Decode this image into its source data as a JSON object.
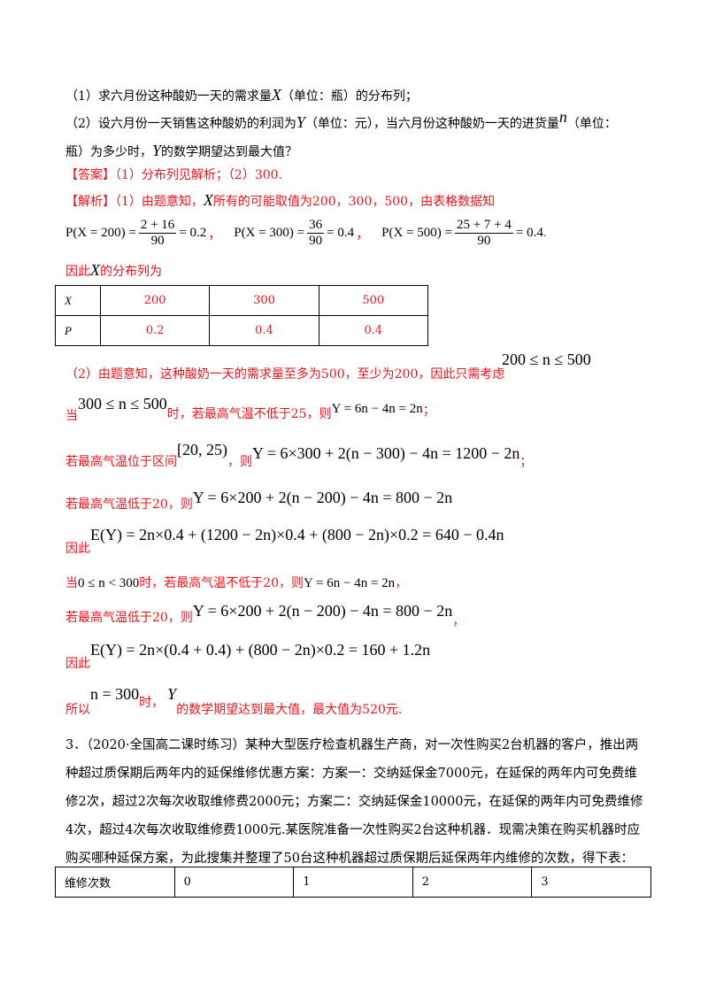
{
  "q1": "（1）求六月份这种酸奶一天的需求量",
  "q1_var": "X",
  "q1_rest": "（单位：瓶）的分布列；",
  "q2_a": "（2）设六月份一天销售这种酸奶的利润为",
  "q2_var_y": "Y",
  "q2_b": "（单位：元），当六月份这种酸奶一天的进货量",
  "q2_var_n": "n",
  "q2_c": "（单位：",
  "q2_d": "瓶）为多少时，",
  "q2_var_y2": "Y",
  "q2_e": "的数学期望达到最大值？",
  "answer_label": "【答案】",
  "answer_text": "（1）分布列见解析；（2）300.",
  "analysis_label": "【解析】",
  "analysis_text_a": "（1）由题意知，",
  "analysis_var": "X",
  "analysis_text_b": "所有的可能取值为200，300，500，由表格数据知",
  "p200_lhs": "P(X = 200) =",
  "p200_num": "2 + 16",
  "p200_den": "90",
  "p200_rhs": "= 0.2",
  "p300_lhs": "P(X = 300) =",
  "p300_num": "36",
  "p300_den": "90",
  "p300_rhs": "= 0.4",
  "p500_lhs": "P(X = 500) =",
  "p500_num": "25 + 7 + 4",
  "p500_den": "90",
  "p500_rhs": "= 0.4",
  "sep_comma": "，",
  "end_dot": ".",
  "dist_intro": "因此",
  "dist_var": "X",
  "dist_intro_b": "的分布列为",
  "dist_table": {
    "row1": [
      "X",
      "200",
      "300",
      "500"
    ],
    "row2": [
      "P",
      "0.2",
      "0.4",
      "0.4"
    ]
  },
  "p2_line": "（2）由题意知，这种酸奶一天的需求量至多为500，至少为200，因此只需考虑",
  "p2_range": "200 ≤ n ≤ 500",
  "c1_when": "当",
  "c1_range": "300 ≤ n ≤ 500",
  "c1_text": "时，若最高气温不低于25，则",
  "c1_expr": "Y = 6n − 4n = 2n",
  "semicolon": "；",
  "c2_text": "若最高气温位于区间",
  "c2_interval": "[20, 25)",
  "c2_then": "，则",
  "c2_expr": "Y = 6×300 + 2(n − 300) − 4n = 1200 − 2n",
  "c3_text": "若最高气温低于20，则",
  "c3_expr": "Y = 6×200 + 2(n − 200) − 4n = 800 − 2n",
  "e1_prefix": "因此",
  "e1_expr": "E(Y) = 2n×0.4 + (1200 − 2n)×0.4 + (800 − 2n)×0.2 = 640 − 0.4n",
  "c4_when": "当",
  "c4_range": "0 ≤ n < 300",
  "c4_text": "时，若最高气温不低于20，则",
  "c4_expr": "Y = 6n − 4n = 2n",
  "c5_text": "若最高气温低于20，则",
  "c5_expr": "Y = 6×200 + 2(n − 200) − 4n = 800 − 2n",
  "c5_end": "，",
  "e2_prefix": "因此",
  "e2_expr": "E(Y) = 2n×(0.4 + 0.4) + (800 − 2n)×0.2 = 160 + 1.2n",
  "concl_prefix": "所以",
  "concl_n": "n = 300",
  "concl_mid": "时，",
  "concl_y": "Y",
  "concl_rest": "的数学期望达到最大值，最大值为520元.",
  "problem3": "3．（2020·全国高二课时练习）某种大型医疗检查机器生产商，对一次性购买2台机器的客户，推出两种超过质保期后两年内的延保维修优惠方案：方案一：交纳延保金7000元，在延保的两年内可免费维修2次，超过2次每次收取维修费2000元；方案二：交纳延保金10000元，在延保的两年内可免费维修4次，超过4次每次收取维修费1000元.某医院准备一次性购买2台这种机器．现需决策在购买机器时应购买哪种延保方案，为此搜集并整理了50台这种机器超过质保期后延保两年内维修的次数，得下表：",
  "repair_table": {
    "row1": [
      "维修次数",
      "0",
      "1",
      "2",
      "3"
    ]
  }
}
